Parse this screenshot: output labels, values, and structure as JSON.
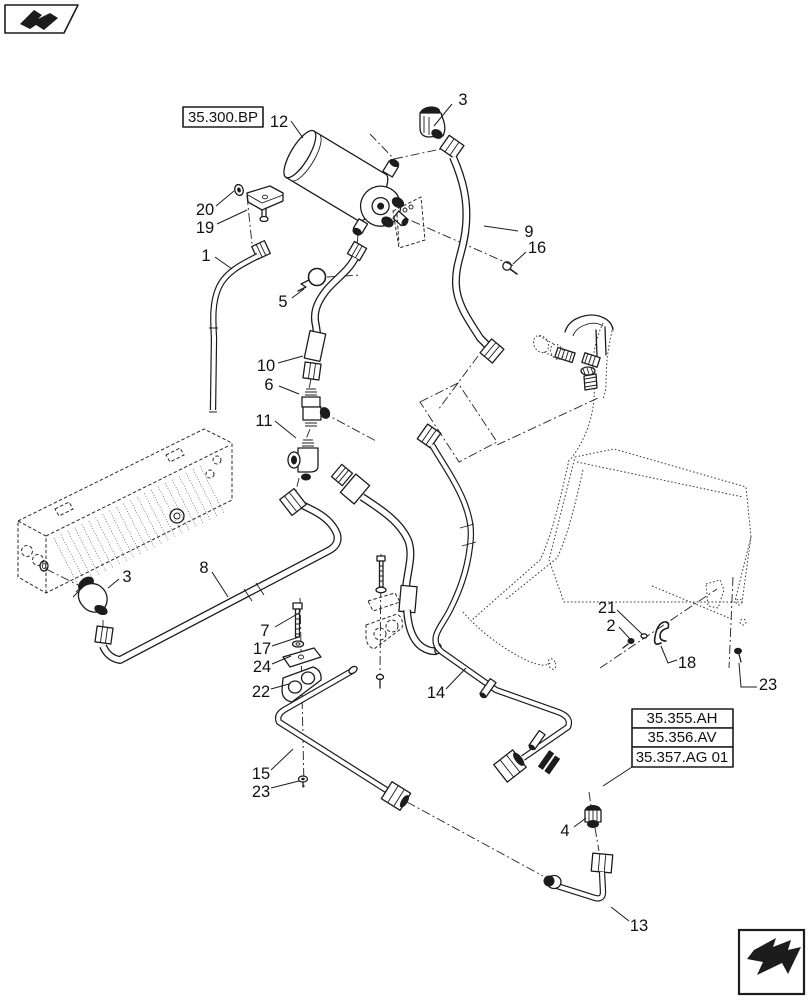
{
  "page": {
    "background": "#ffffff",
    "ink": "#1c1c1c"
  },
  "nav": {
    "prev": {
      "icon": "prev-page-arrow"
    },
    "next": {
      "icon": "next-page-arrow"
    }
  },
  "ref_boxes": {
    "filter": {
      "label": "35.300.BP"
    },
    "related": {
      "rows": [
        "35.355.AH",
        "35.356.AV",
        "35.357.AG 01"
      ]
    }
  },
  "callouts": {
    "c12": "12",
    "c3_top": "3",
    "c9": "9",
    "c16": "16",
    "c20": "20",
    "c19": "19",
    "c1": "1",
    "c5": "5",
    "c10": "10",
    "c6": "6",
    "c11": "11",
    "c3_left": "3",
    "c8": "8",
    "c7": "7",
    "c17": "17",
    "c24": "24",
    "c22": "22",
    "c14": "14",
    "c15": "15",
    "c23_left": "23",
    "c21": "21",
    "c2": "2",
    "c18": "18",
    "c23_right": "23",
    "c4": "4",
    "c13": "13"
  }
}
